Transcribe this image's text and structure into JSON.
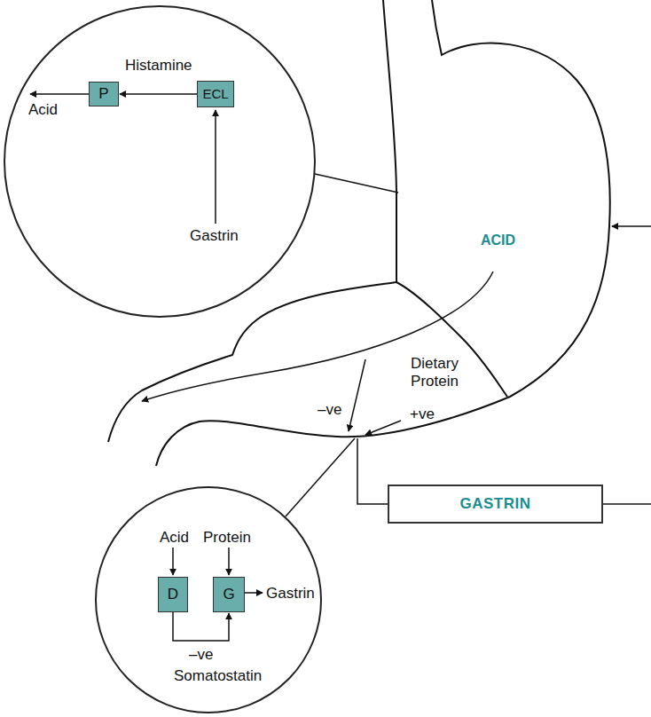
{
  "diagram": {
    "nodes": [
      {
        "text": [
          "Acid",
          "Gastrin"
        ]
      },
      {
        "text": [
          "P"
        ],
        "in": 0
      },
      {
        "text": [
          "ECL"
        ],
        "in": 0
      },
      {
        "text": [
          "Acid",
          "Protein",
          "Gastrin",
          "Somatostatin"
        ]
      },
      {
        "text": [
          "D"
        ],
        "in": 3
      },
      {
        "text": [
          "G"
        ],
        "in": 3
      },
      {
        "text": [
          "GASTRIN"
        ]
      }
    ],
    "edges": [
      {
        "from": 2,
        "to": 1,
        "arrow": "to",
        "label": "Histamine"
      },
      {
        "from": 4,
        "to": 5,
        "arrow": "to",
        "label": "–ve"
      }
    ],
    "labels": [
      "ACID",
      "Dietary Protein",
      "+ve",
      "–ve"
    ]
  }
}
